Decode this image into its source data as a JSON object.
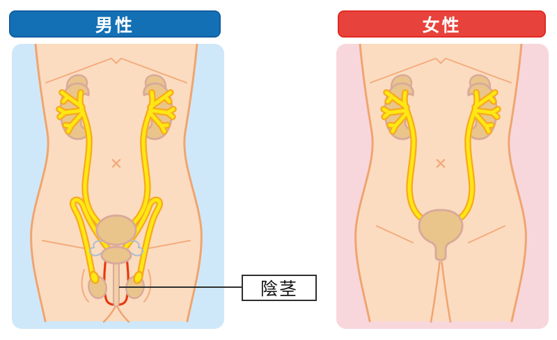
{
  "panels": [
    {
      "id": "male",
      "header_label": "男性"
    },
    {
      "id": "female",
      "header_label": "女性"
    }
  ],
  "annotation": {
    "label": "陰茎"
  },
  "colors": {
    "header_male_bg": "#1470b5",
    "header_male_border": "#0f5ea0",
    "header_female_bg": "#e8423c",
    "header_female_border": "#e02a24",
    "panel_male_bg": "#cfe8f9",
    "panel_female_bg": "#f8d7dc",
    "skin": "#fbdcc0",
    "skin_line": "#f0a470",
    "organ_fill": "#eac58b",
    "organ_line": "#d9aa9b",
    "yellow": "#ffe713",
    "yellow_line": "#f7a91e",
    "highlight_red": "#e8380d",
    "vesicle_line": "#a9bed1",
    "ink": "#2e2e2e"
  }
}
